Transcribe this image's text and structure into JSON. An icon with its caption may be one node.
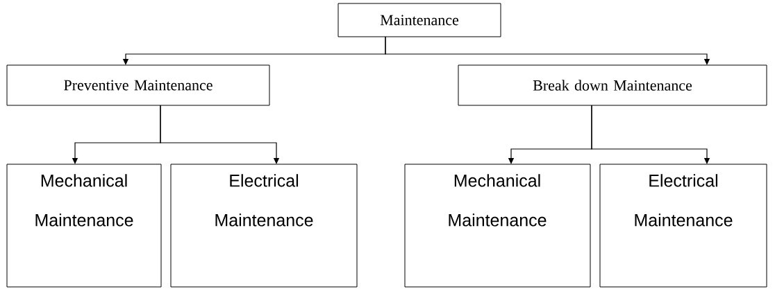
{
  "diagram": {
    "nodes": [
      {
        "text": [
          "Maintenance"
        ]
      },
      {
        "text": [
          "Preventive Maintenance"
        ]
      },
      {
        "text": [
          "Break down Maintenance"
        ]
      },
      {
        "text": [
          "Mechanical Maintenance"
        ]
      },
      {
        "text": [
          "Electrical Maintenance"
        ]
      },
      {
        "text": [
          "Mechanical Maintenance"
        ]
      },
      {
        "text": [
          "Electrical Maintenance"
        ]
      }
    ],
    "edges": [
      {
        "from": 0,
        "to": 1,
        "arrow": "to"
      },
      {
        "from": 0,
        "to": 2,
        "arrow": "to"
      },
      {
        "from": 1,
        "to": 3,
        "arrow": "to"
      },
      {
        "from": 1,
        "to": 4,
        "arrow": "to"
      },
      {
        "from": 2,
        "to": 5,
        "arrow": "to"
      },
      {
        "from": 2,
        "to": 6,
        "arrow": "to"
      }
    ]
  }
}
